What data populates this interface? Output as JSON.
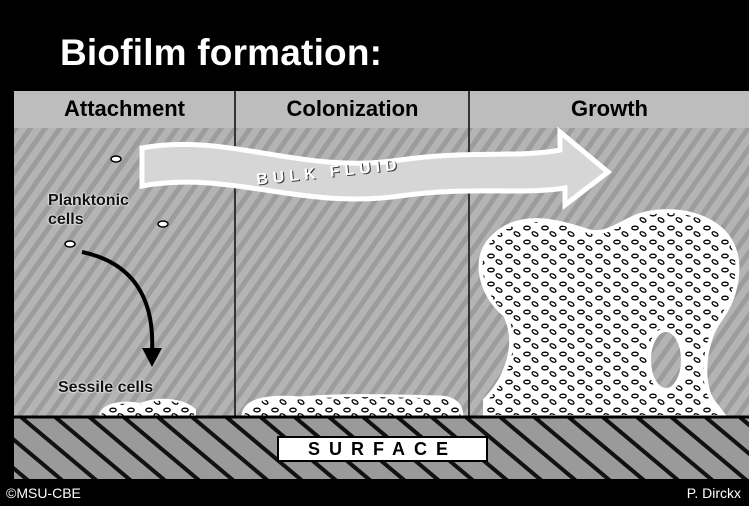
{
  "title": "Biofilm formation:",
  "stages": [
    {
      "label": "Attachment"
    },
    {
      "label": "Colonization"
    },
    {
      "label": "Growth"
    }
  ],
  "annotations": {
    "planktonic": "Planktonic cells",
    "sessile": "Sessile cells",
    "bulk_fluid": "BULK FLUID",
    "surface": "SURFACE"
  },
  "footer": {
    "copyright": "©MSU-CBE",
    "author": "P. Dirckx"
  },
  "colors": {
    "background": "#000000",
    "panel": "#a8a8a8",
    "biofilm": "#ffffff",
    "surface_hatch": "#8a8a8a"
  }
}
